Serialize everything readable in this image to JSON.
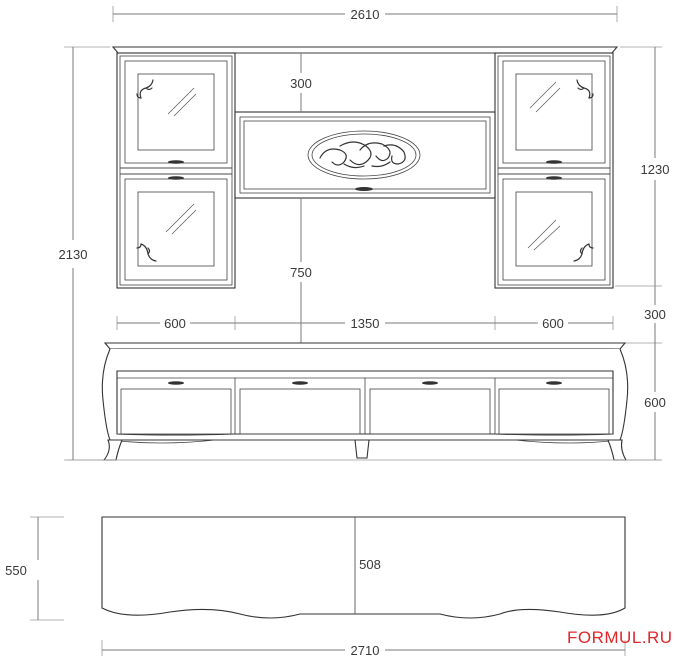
{
  "dimensions": {
    "total_width_top": "2610",
    "total_height": "2130",
    "wall_gap_top": "300",
    "upper_height": "1230",
    "center_gap": "750",
    "side_gap": "300",
    "base_height": "600",
    "left_module_width": "600",
    "center_module_width": "1350",
    "right_module_width": "600",
    "depth": "550",
    "inner_depth": "508",
    "base_width": "2710"
  },
  "watermark": "FORMUL.RU",
  "colors": {
    "line": "#333333",
    "dimension": "#7a7a7a",
    "watermark": "#e0262a"
  }
}
